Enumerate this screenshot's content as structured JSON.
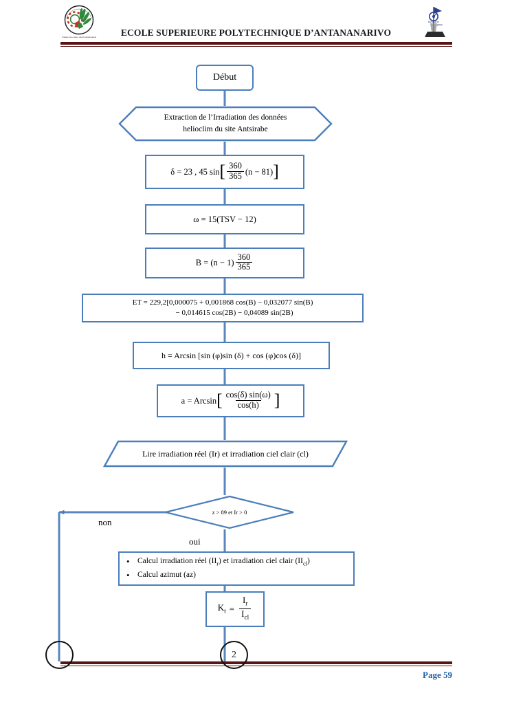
{
  "header": {
    "title": "ECOLE SUPERIEURE POLYTECHNIQUE D’ANTANANARIVO",
    "logo_left_name": "espa-emblem-logo",
    "logo_right_name": "industrial-tower-logo",
    "rule_color": "#5a1414"
  },
  "footer": {
    "page_label": "Page 59",
    "page_color": "#2060a8"
  },
  "flowchart": {
    "accent_color": "#4a7ebb",
    "nodes": {
      "start": {
        "label": "Début",
        "shape": "terminator"
      },
      "extraction": {
        "line1": "Extraction de l’Irradiation des données",
        "line2": "helioclim du site Antsirabe",
        "shape": "preparation-hexagon"
      },
      "declination": {
        "lhs": "δ  =  23 , 45 sin",
        "frac_num": "360",
        "frac_den": "365",
        "tail": "(n − 81)",
        "shape": "process"
      },
      "omega": {
        "label": "ω  =  15(TSV − 12)",
        "shape": "process"
      },
      "bfactor": {
        "lhs": "B = (n − 1)",
        "frac_num": "360",
        "frac_den": "365",
        "shape": "process"
      },
      "et": {
        "line1": "ET  =  229,2[0,000075 +  0,001868  cos(B)  −  0,032077  sin(B)",
        "line2": "− 0,014615  cos(2B)  −  0,04089 sin(2B)",
        "shape": "process"
      },
      "height_h": {
        "label": "h  =  Arcsin [sin (φ)sin (δ) +  cos (φ)cos (δ)]",
        "shape": "process"
      },
      "azimuth_a": {
        "lhs": "a  =  Arcsin",
        "frac_num": "cos(δ) sin(ω)",
        "frac_den": "cos(h)",
        "shape": "process"
      },
      "read_irradiation": {
        "label": "Lire irradiation réel (Ir) et irradiation ciel clair (cl)",
        "shape": "data-parallelogram"
      },
      "decision": {
        "label": "z > 89 et Ir > 0",
        "shape": "decision-diamond"
      },
      "branch_no": {
        "label": "non"
      },
      "branch_yes": {
        "label": "oui"
      },
      "calcul": {
        "bullet1_a": "Calcul irradiation réel (I",
        "bullet1_sub1": "r",
        "bullet1_b": ") et irradiation ciel clair (I",
        "bullet1_sub2": "cl",
        "bullet1_c": ")",
        "bullet2": "Calcul azimut (az)",
        "shape": "process"
      },
      "kt": {
        "lhs": "K",
        "lhs_sub": "t",
        "eq": "=",
        "frac_num": "I",
        "frac_num_sub": "r",
        "frac_den": "I",
        "frac_den_sub": "cl",
        "shape": "process"
      },
      "connector_left": {
        "label": "",
        "shape": "connector-circle"
      },
      "connector_right": {
        "label": "2",
        "shape": "connector-circle"
      }
    }
  }
}
